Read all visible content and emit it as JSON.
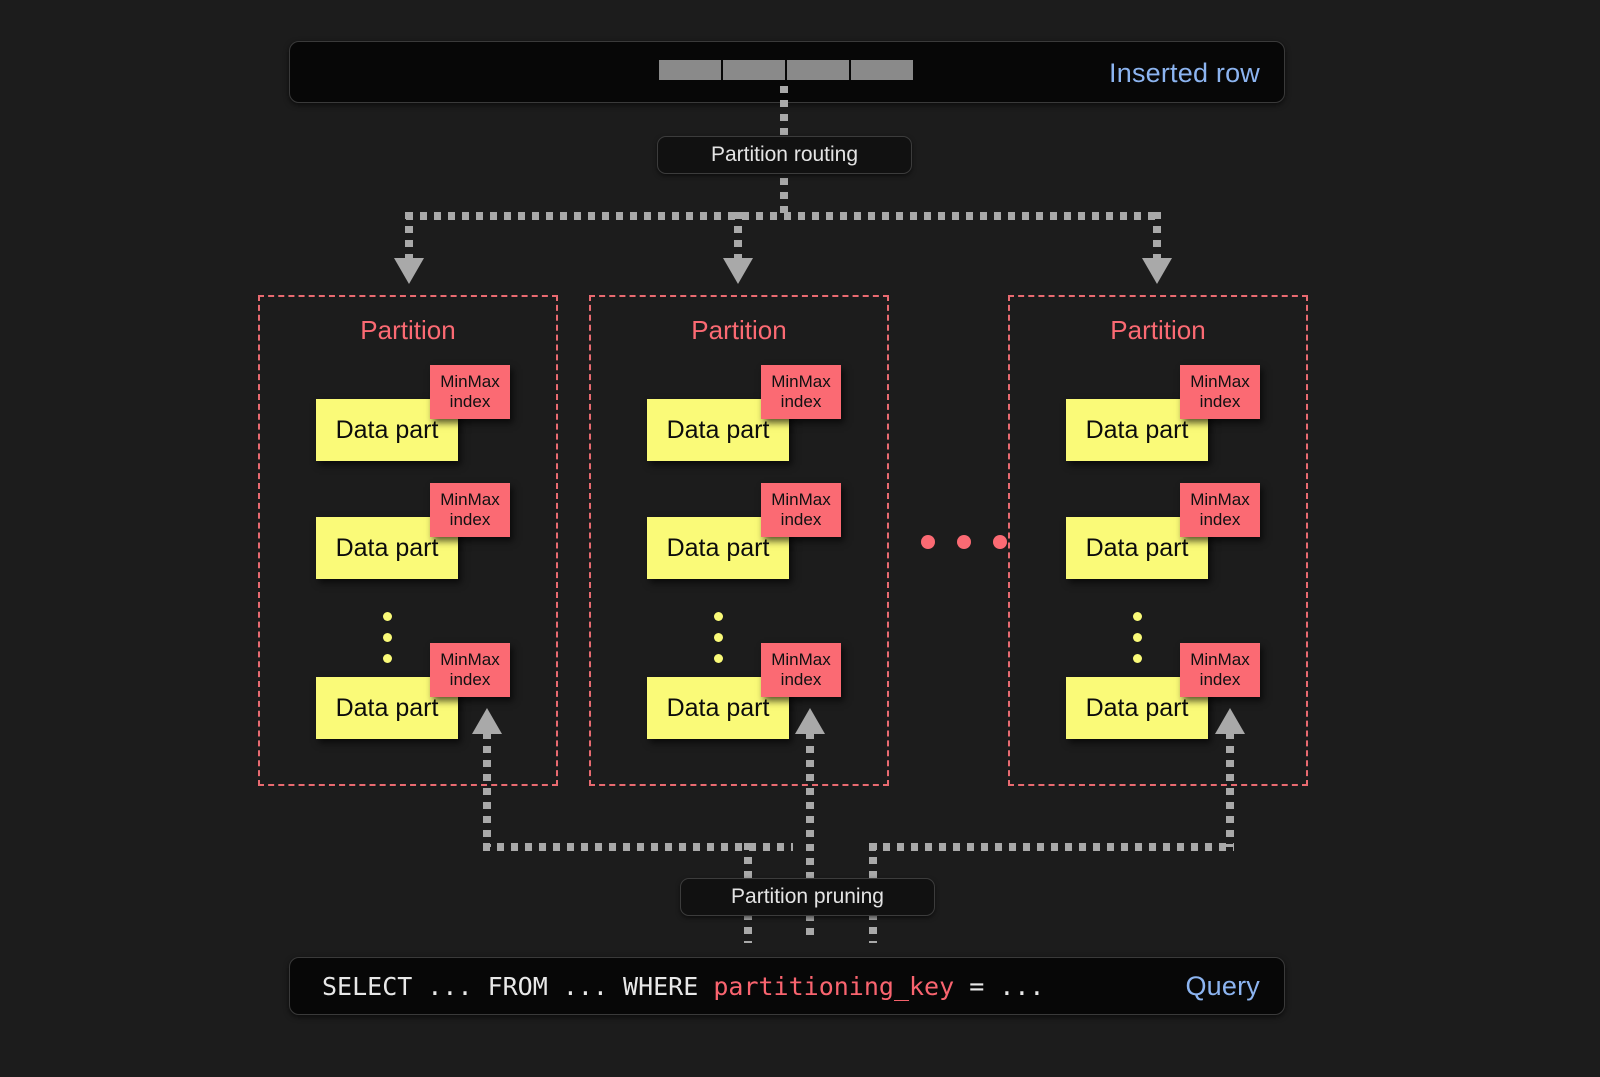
{
  "diagram": {
    "title": "ClickHouse partitioning: insert routing and partition pruning",
    "background_color": "#1c1c1c",
    "accent_red": "#fb6a73",
    "accent_yellow": "#fafa78",
    "accent_blue": "#8cb4f0",
    "connector_color": "#a9a9a9"
  },
  "inserted_row": {
    "label": "Inserted row",
    "cells": [
      "",
      "",
      "",
      ""
    ],
    "cell_color": "#8a8a8a"
  },
  "routing": {
    "label": "Partition routing"
  },
  "pruning": {
    "label": "Partition pruning"
  },
  "partitions": [
    {
      "title": "Partition",
      "parts": [
        {
          "data_label": "Data part",
          "index_label": "MinMax\nindex"
        },
        {
          "data_label": "Data part",
          "index_label": "MinMax\nindex"
        },
        {
          "data_label": "Data part",
          "index_label": "MinMax\nindex"
        }
      ],
      "ellipsis_dots": 3
    },
    {
      "title": "Partition",
      "parts": [
        {
          "data_label": "Data part",
          "index_label": "MinMax\nindex"
        },
        {
          "data_label": "Data part",
          "index_label": "MinMax\nindex"
        },
        {
          "data_label": "Data part",
          "index_label": "MinMax\nindex"
        }
      ],
      "ellipsis_dots": 3
    },
    {
      "title": "Partition",
      "parts": [
        {
          "data_label": "Data part",
          "index_label": "MinMax\nindex"
        },
        {
          "data_label": "Data part",
          "index_label": "MinMax\nindex"
        },
        {
          "data_label": "Data part",
          "index_label": "MinMax\nindex"
        }
      ],
      "ellipsis_dots": 3
    }
  ],
  "between_partitions_ellipsis": 3,
  "query": {
    "label": "Query",
    "sql_prefix": "SELECT ... FROM ... WHERE ",
    "sql_key": "partitioning_key",
    "sql_suffix": " = ...",
    "full_sql": "SELECT ... FROM ... WHERE partitioning_key = ..."
  }
}
